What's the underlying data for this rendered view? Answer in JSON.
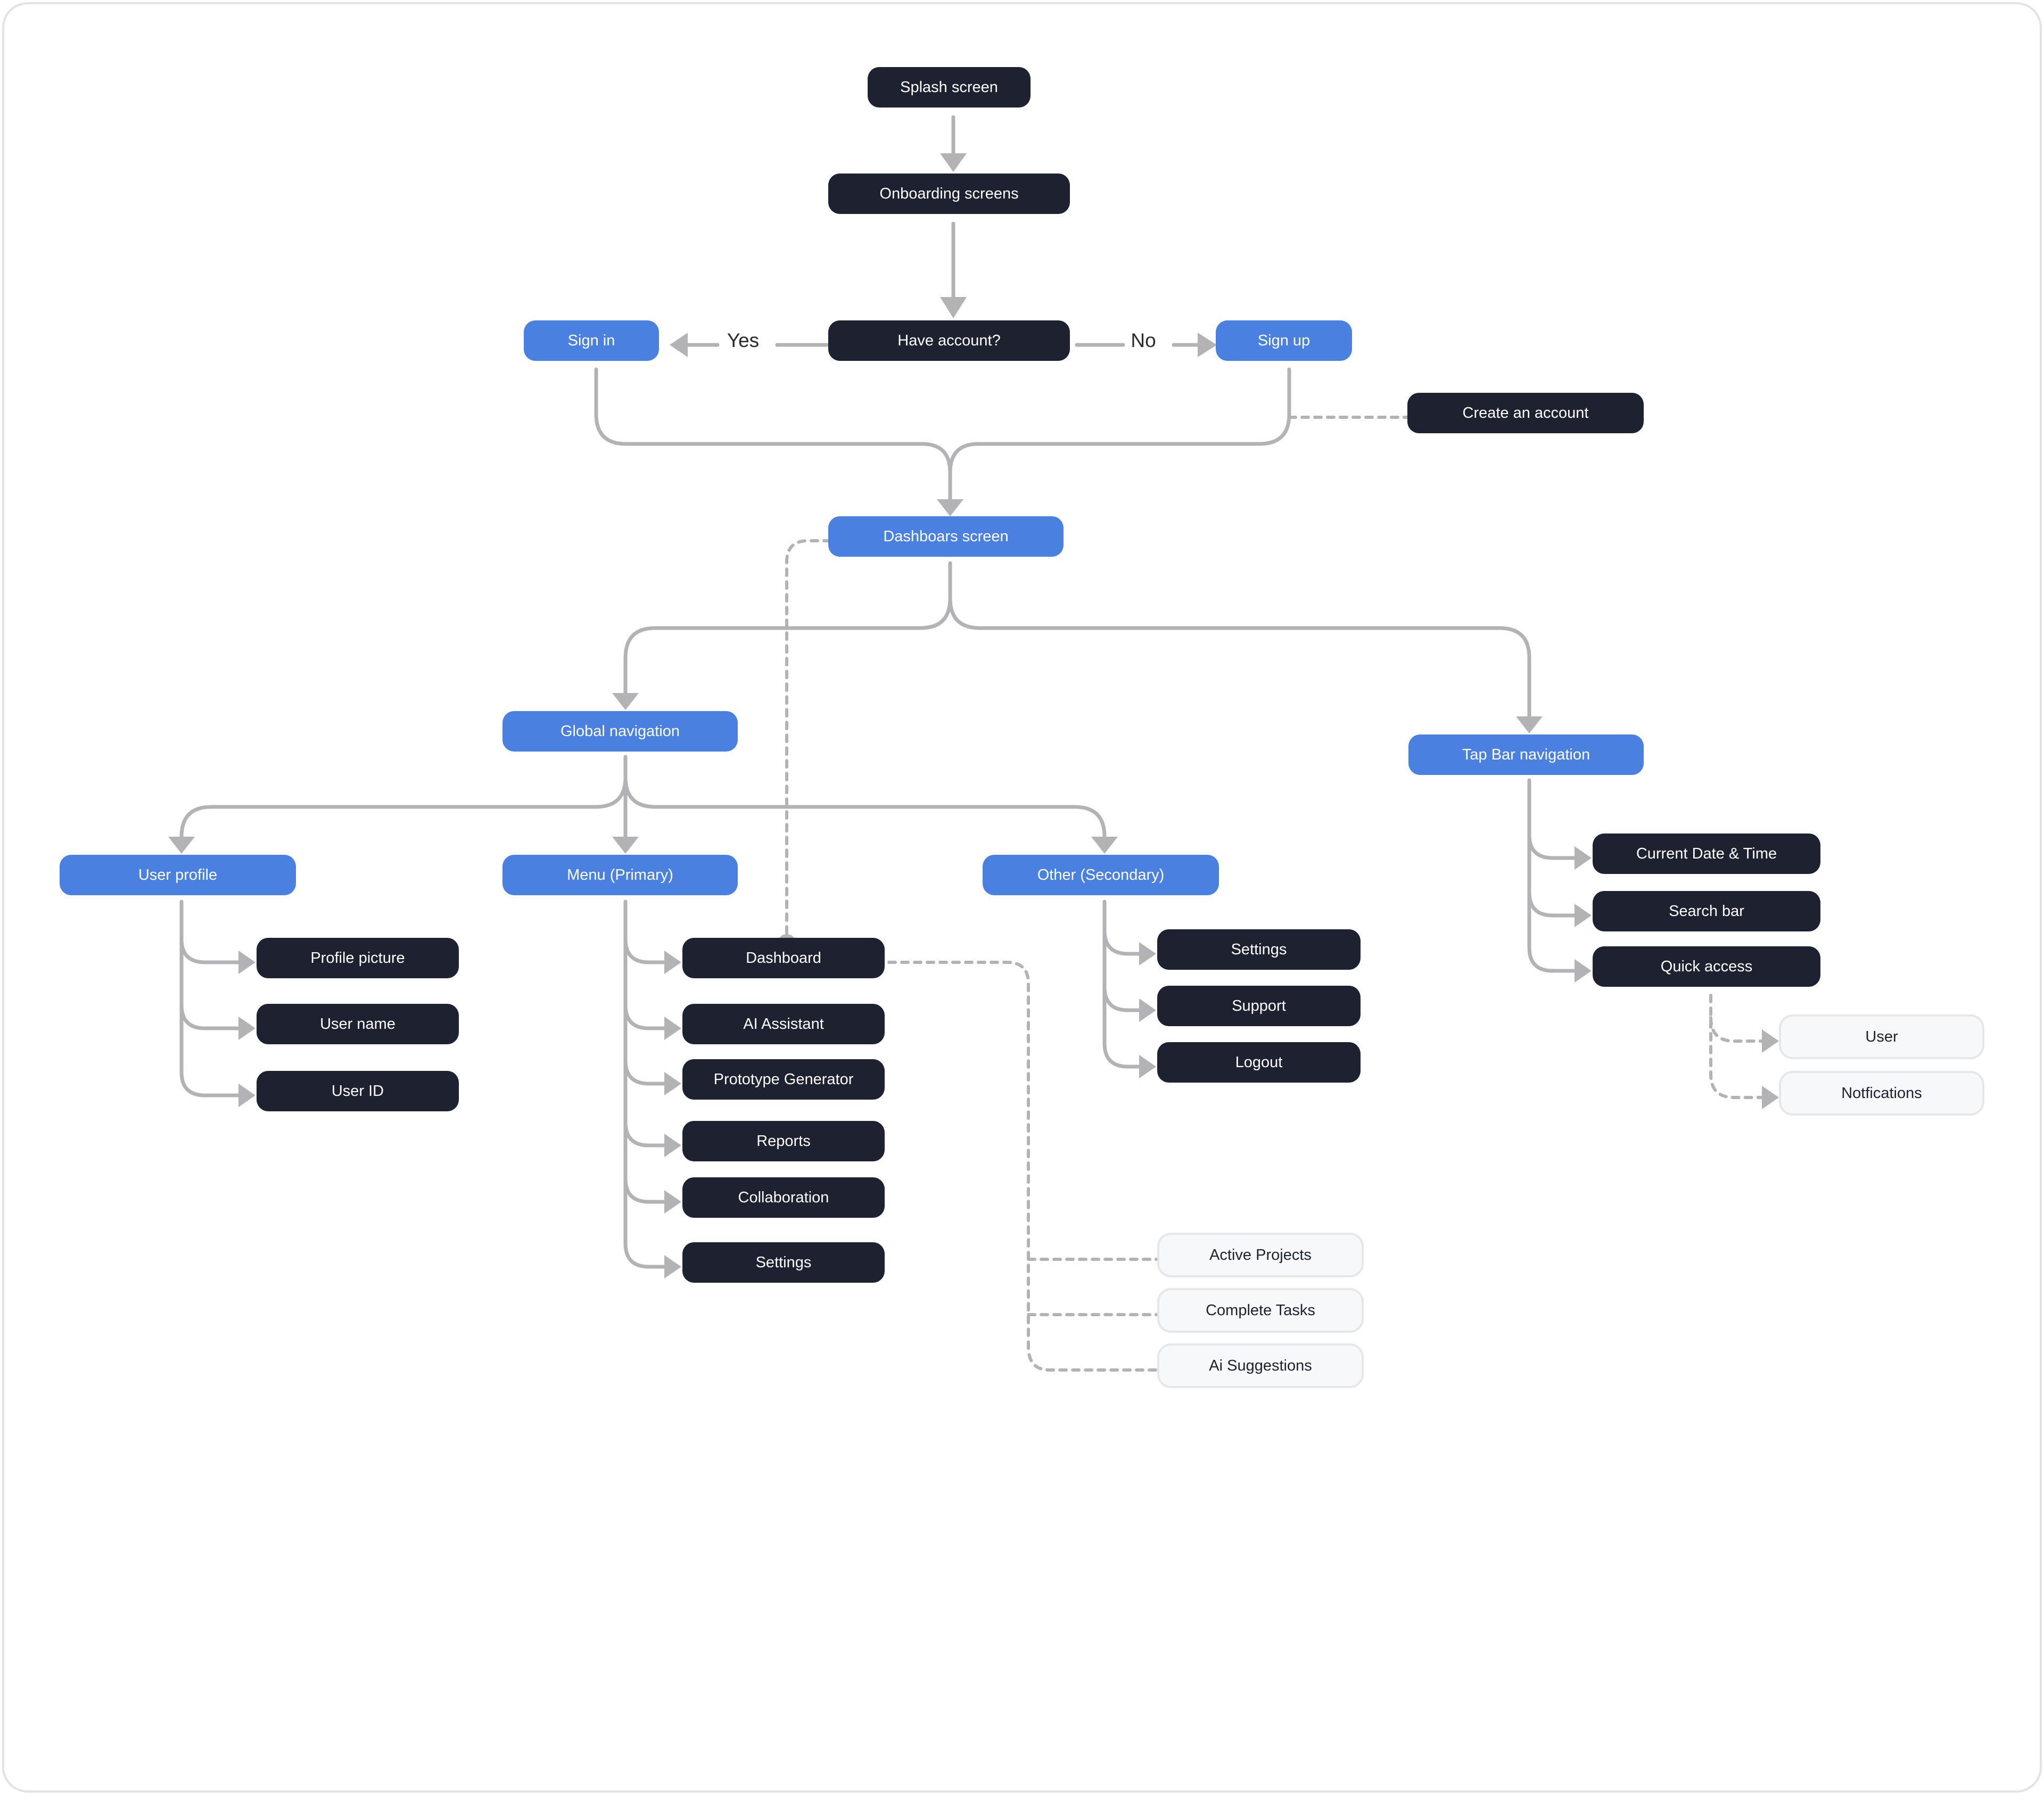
{
  "nodes": {
    "splash": "Splash screen",
    "onboarding": "Onboarding screens",
    "have_account": "Have account?",
    "sign_in": "Sign in",
    "sign_up": "Sign up",
    "create_account": "Create an account",
    "dashboards_screen": "Dashboars screen",
    "global_navigation": "Global navigation",
    "tap_bar_navigation": "Tap Bar navigation",
    "user_profile": "User profile",
    "menu_primary": "Menu (Primary)",
    "other_secondary": "Other (Secondary)",
    "profile_picture": "Profile picture",
    "user_name": "User name",
    "user_id": "User ID",
    "dashboard": "Dashboard",
    "ai_assistant": "AI Assistant",
    "prototype_generator": "Prototype Generator",
    "reports": "Reports",
    "collaboration": "Collaboration",
    "menu_settings": "Settings",
    "other_settings": "Settings",
    "support": "Support",
    "logout": "Logout",
    "current_date_time": "Current Date & Time",
    "search_bar": "Search bar",
    "quick_access": "Quick access",
    "qa_user": "User",
    "notifications": "Notfications",
    "active_projects": "Active Projects",
    "complete_tasks": "Complete Tasks",
    "ai_suggestions": "Ai Suggestions"
  },
  "edge_labels": {
    "yes": "Yes",
    "no": "No"
  },
  "colors": {
    "dark_node": "#1d2130",
    "blue_node": "#4a80e0",
    "light_node": "#f7f8fa",
    "connector": "#b3b3b6"
  }
}
